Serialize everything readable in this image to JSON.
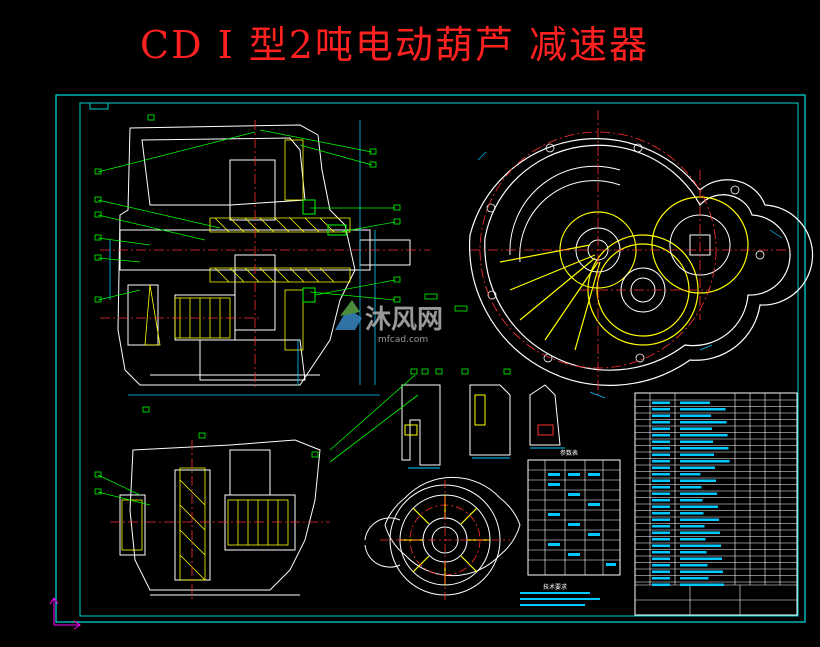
{
  "title": "CD Ⅰ 型2吨电动葫芦 减速器",
  "watermark": {
    "brand": "沐风网",
    "url": "mfcad.com"
  },
  "labels": {
    "parts_table_caption": "参数表",
    "tech_requirements_caption": "技术要求"
  },
  "colors": {
    "background": "#000000",
    "title": "#ff2020",
    "frame": "#00d0d0",
    "outline": "#ffffff",
    "centerline": "#ff3030",
    "leader": "#00ff00",
    "hatch": "#ffff00",
    "dimension": "#00c8ff",
    "watermark": "#bfbfbf"
  }
}
